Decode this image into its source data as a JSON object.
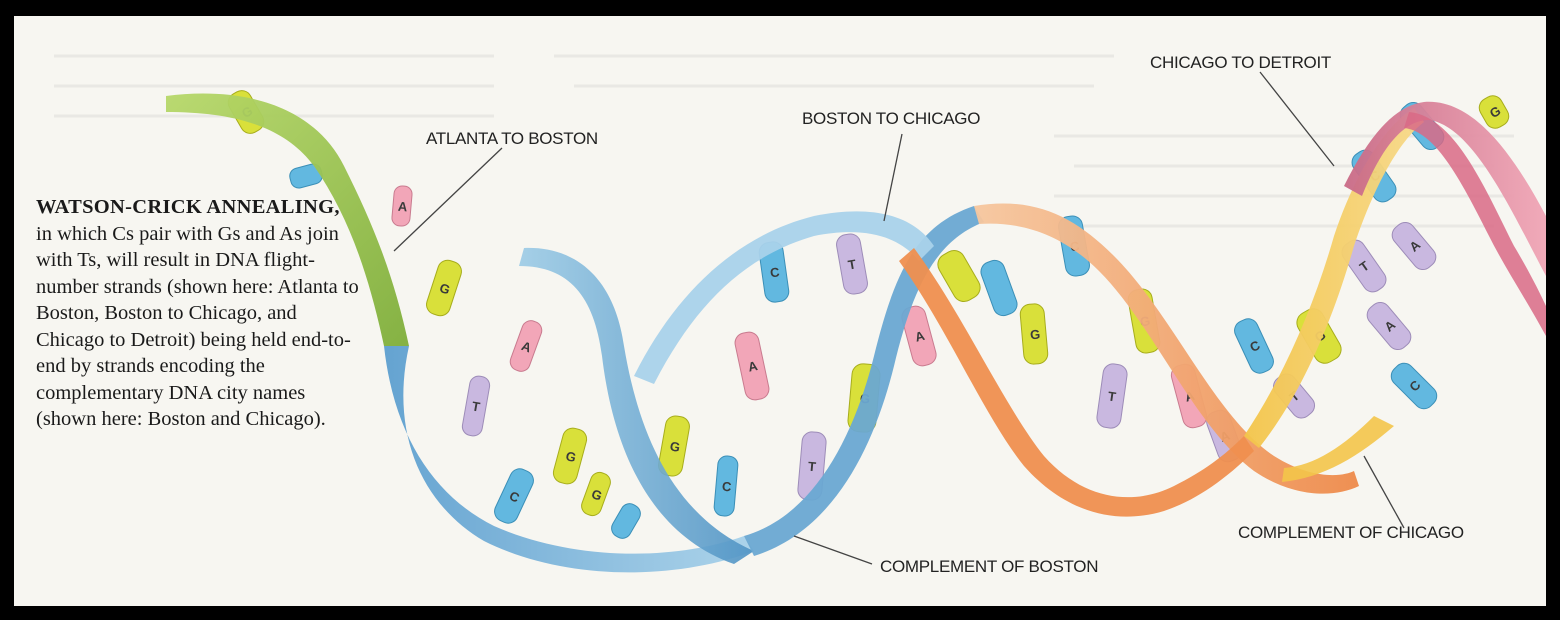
{
  "caption": {
    "heading": "WATSON-CRICK ANNEALING,",
    "body": "in which Cs pair with Gs and As join with Ts, will result in DNA flight-number strands (shown here: Atlanta to Boston, Boston to Chicago, and Chicago to Detroit) being held end-to-end by strands encoding the complementary DNA city names (shown here: Boston and Chicago)."
  },
  "labels": {
    "atlanta_to_boston": "ATLANTA TO BOSTON",
    "boston_to_chicago": "BOSTON TO CHICAGO",
    "chicago_to_detroit": "CHICAGO TO DETROIT",
    "complement_of_boston": "COMPLEMENT OF BOSTON",
    "complement_of_chicago": "COMPLEMENT OF CHICAGO"
  },
  "colors": {
    "strand_atlanta_boston": "#9cc74a",
    "strand_boston_chicago": "#7fb6d9",
    "strand_chicago_detroit": "#e8768f",
    "strand_complement_boston": "#6aa8d2",
    "strand_complement_chicago": "#f2a65a",
    "base_g": "#d9e03a",
    "base_c": "#62b8e0",
    "base_a": "#f2a6b8",
    "base_t": "#c9b8e0"
  }
}
